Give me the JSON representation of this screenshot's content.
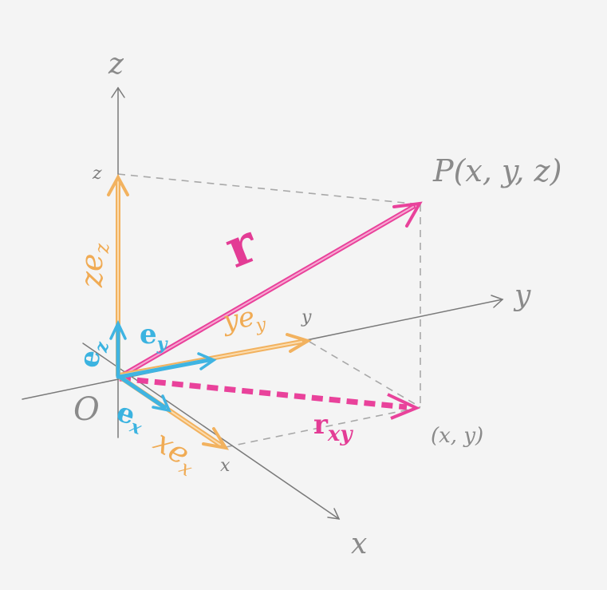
{
  "colors": {
    "axis": "#7a7a7a",
    "guide": "#a8a8a8",
    "component": "#f2b25f",
    "unit": "#3fb4e2",
    "position": "#e9429b",
    "background": "#f4f4f4"
  },
  "axes": {
    "z_label": "z",
    "y_label": "y",
    "x_label": "x"
  },
  "origin_label": "O",
  "point_label": "P(x, y, z)",
  "projection_label": "(x, y)",
  "ticks": {
    "z": "z",
    "y": "y",
    "x": "x"
  },
  "vectors": {
    "r": "r",
    "r_xy": {
      "main": "r",
      "sub": "xy"
    },
    "z_ez": {
      "main": "ze",
      "sub": "z"
    },
    "y_ey": {
      "main": "ye",
      "sub": "y"
    },
    "x_ex": {
      "main": "xe",
      "sub": "x"
    },
    "e_z": {
      "main": "e",
      "sub": "z"
    },
    "e_y": {
      "main": "e",
      "sub": "y"
    },
    "e_x": {
      "main": "e",
      "sub": "x"
    }
  }
}
